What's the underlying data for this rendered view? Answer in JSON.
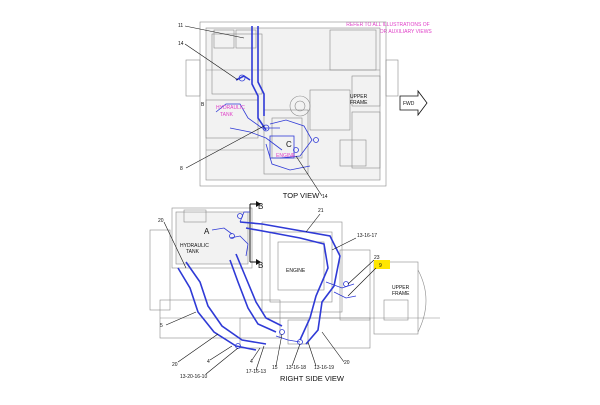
{
  "diagram": {
    "note_line1": "REFER TO ALL ILLUSTRATIONS OF",
    "note_line2": "THIS GROUP FOR AUXILIARY VIEWS",
    "fwd_label": "FWD",
    "colors": {
      "hose": "#2f3ad6",
      "note": "#e040c8",
      "highlight": "#ffe600",
      "frame": "#8a8a8a"
    },
    "top_view": {
      "title": "TOP VIEW",
      "hydraulic_tank_1": "HYDRAULIC",
      "hydraulic_tank_2": "TANK",
      "engine": "ENGINE",
      "upper_frame_1": "UPPER",
      "upper_frame_2": "FRAME",
      "letter_b": "B",
      "letter_c": "C",
      "callouts": {
        "c11": "11",
        "c14a": "14",
        "c8": "8",
        "c14b": "14"
      }
    },
    "side_view": {
      "title": "RIGHT SIDE VIEW",
      "hydraulic_tank_1": "HYDRAULIC",
      "hydraulic_tank_2": "TANK",
      "engine": "ENGINE",
      "upper_frame_1": "UPPER",
      "upper_frame_2": "FRAME",
      "letter_a": "A",
      "section_b_top": "B",
      "section_b_bottom": "B",
      "callouts": {
        "c20a": "20",
        "c21": "21",
        "c131617": "13-16-17",
        "c23": "23",
        "c9": "9",
        "c5": "5",
        "c20b": "20",
        "c4a": "4",
        "c4b": "4",
        "c15": "15",
        "c131618": "13-16-18",
        "c131619": "13-16-19",
        "c20c": "20",
        "c17": "17-16-13",
        "c132016": "13-20-16-10"
      }
    }
  }
}
